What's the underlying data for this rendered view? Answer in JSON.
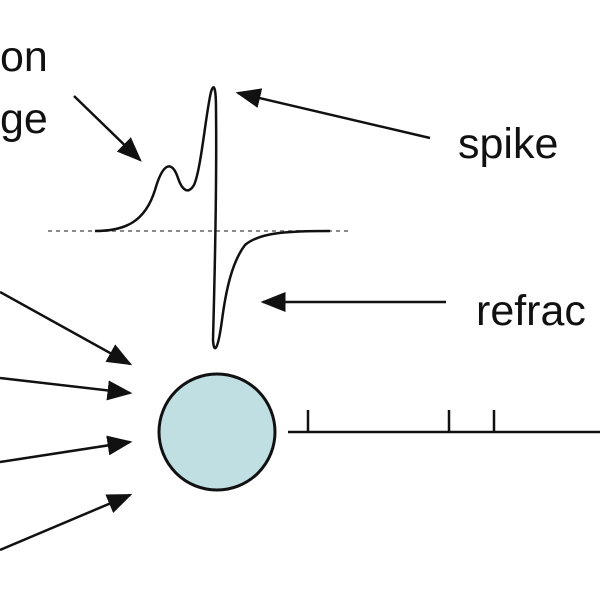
{
  "labels": {
    "top_left_line1": "on",
    "top_left_line2": "ge",
    "spike": "spike",
    "refractory": "refrac"
  },
  "colors": {
    "ink": "#111111",
    "soma_fill": "#bfdfe3",
    "threshold_dash": "#8a8a8a"
  }
}
